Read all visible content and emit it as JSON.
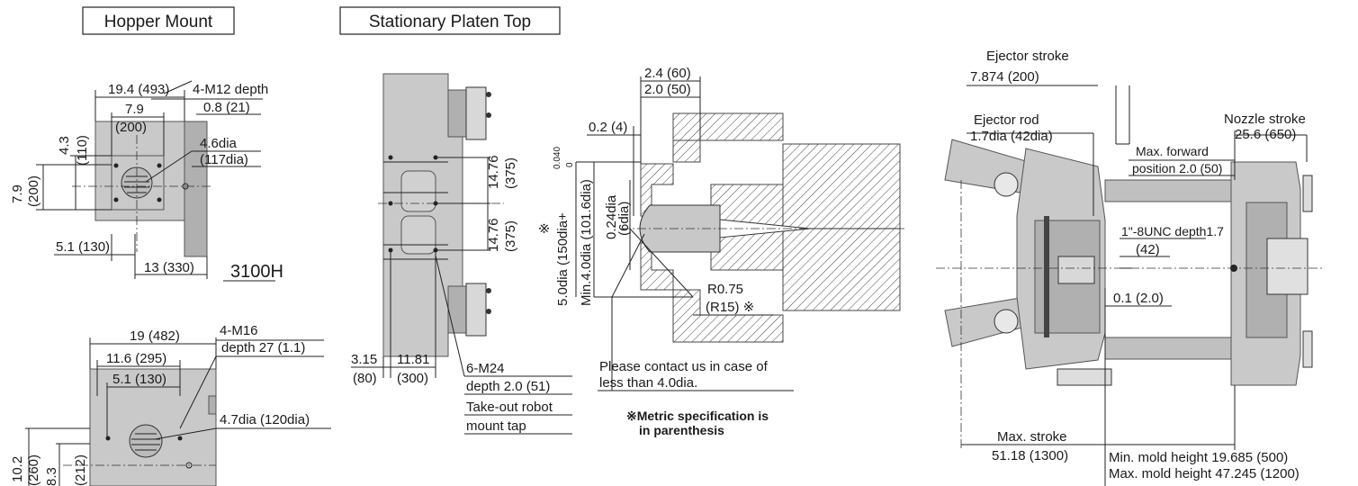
{
  "hopper": {
    "title": "Hopper Mount",
    "model": "3100H",
    "top": {
      "d_width": "19.4 (493)",
      "d_inner": "7.9",
      "d_inner_mm": "(200)",
      "tap": "4-M12 depth",
      "tap_depth": "0.8 (21)",
      "hole": "4.6dia",
      "hole_mm": "(117dia)",
      "v_small": "4.3",
      "v_small_mm": "(110)",
      "v_big": "7.9",
      "v_big_mm": "(200)",
      "bot1": "5.1 (130)",
      "bot2": "13 (330)"
    },
    "bottom": {
      "d_width": "19 (482)",
      "d_mid": "11.6 (295)",
      "d_inner": "5.1 (130)",
      "tap": "4-M16",
      "tap_depth": "depth 27 (1.1)",
      "hole": "4.7dia (120dia)",
      "v_big": "10.2",
      "v_big_mm": "(260)",
      "v_small": "8.3",
      "v_small_mm": "(212)"
    }
  },
  "platen": {
    "title": "Stationary Platen Top",
    "v_a": "14.76",
    "v_a_mm": "(375)",
    "v_b": "14.76",
    "v_b_mm": "(375)",
    "h_a": "3.15",
    "h_a_mm": "(80)",
    "h_b": "11.81",
    "h_b_mm": "(300)",
    "tap": "6-M24",
    "tap_depth": "depth 2.0 (51)",
    "note1": "Take-out robot",
    "note2": "mount tap"
  },
  "nozzle": {
    "d_top1": "2.4 (60)",
    "d_top2": "2.0 (50)",
    "d_small": "0.2 (4)",
    "v_outer": "※",
    "v_outer2": "5.0dia (150dia+",
    "v_tol_hi": "0.040",
    "v_tol_lo": "0",
    "v_mid": "Min.4.0dia (101.6dia)",
    "v_inner": "0.24dia",
    "v_inner_mm": "(6dia)",
    "radius": "R0.75",
    "radius_mm": "(R15) ※",
    "contact1": "Please contact us in case of",
    "contact2": "less than 4.0dia.",
    "metric1": "※Metric specification is",
    "metric2": "in parenthesis"
  },
  "machine": {
    "ejector_stroke": "Ejector stroke",
    "ejector_stroke_val": "7.874 (200)",
    "ejector_rod": "Ejector rod",
    "ejector_rod_val": "1.7dia (42dia)",
    "nozzle_stroke": "Nozzle stroke",
    "nozzle_stroke_val": "25.6 (650)",
    "max_forward": "Max. forward",
    "max_forward_pos": "position 2.0 (50)",
    "unc": "1\"-8UNC depth1.7",
    "unc_mm": "(42)",
    "gap": "0.1 (2.0)",
    "max_stroke": "Max. stroke",
    "max_stroke_val": "51.18 (1300)",
    "min_mold": "Min. mold height 19.685 (500)",
    "max_mold": "Max. mold height 47.245 (1200)"
  }
}
